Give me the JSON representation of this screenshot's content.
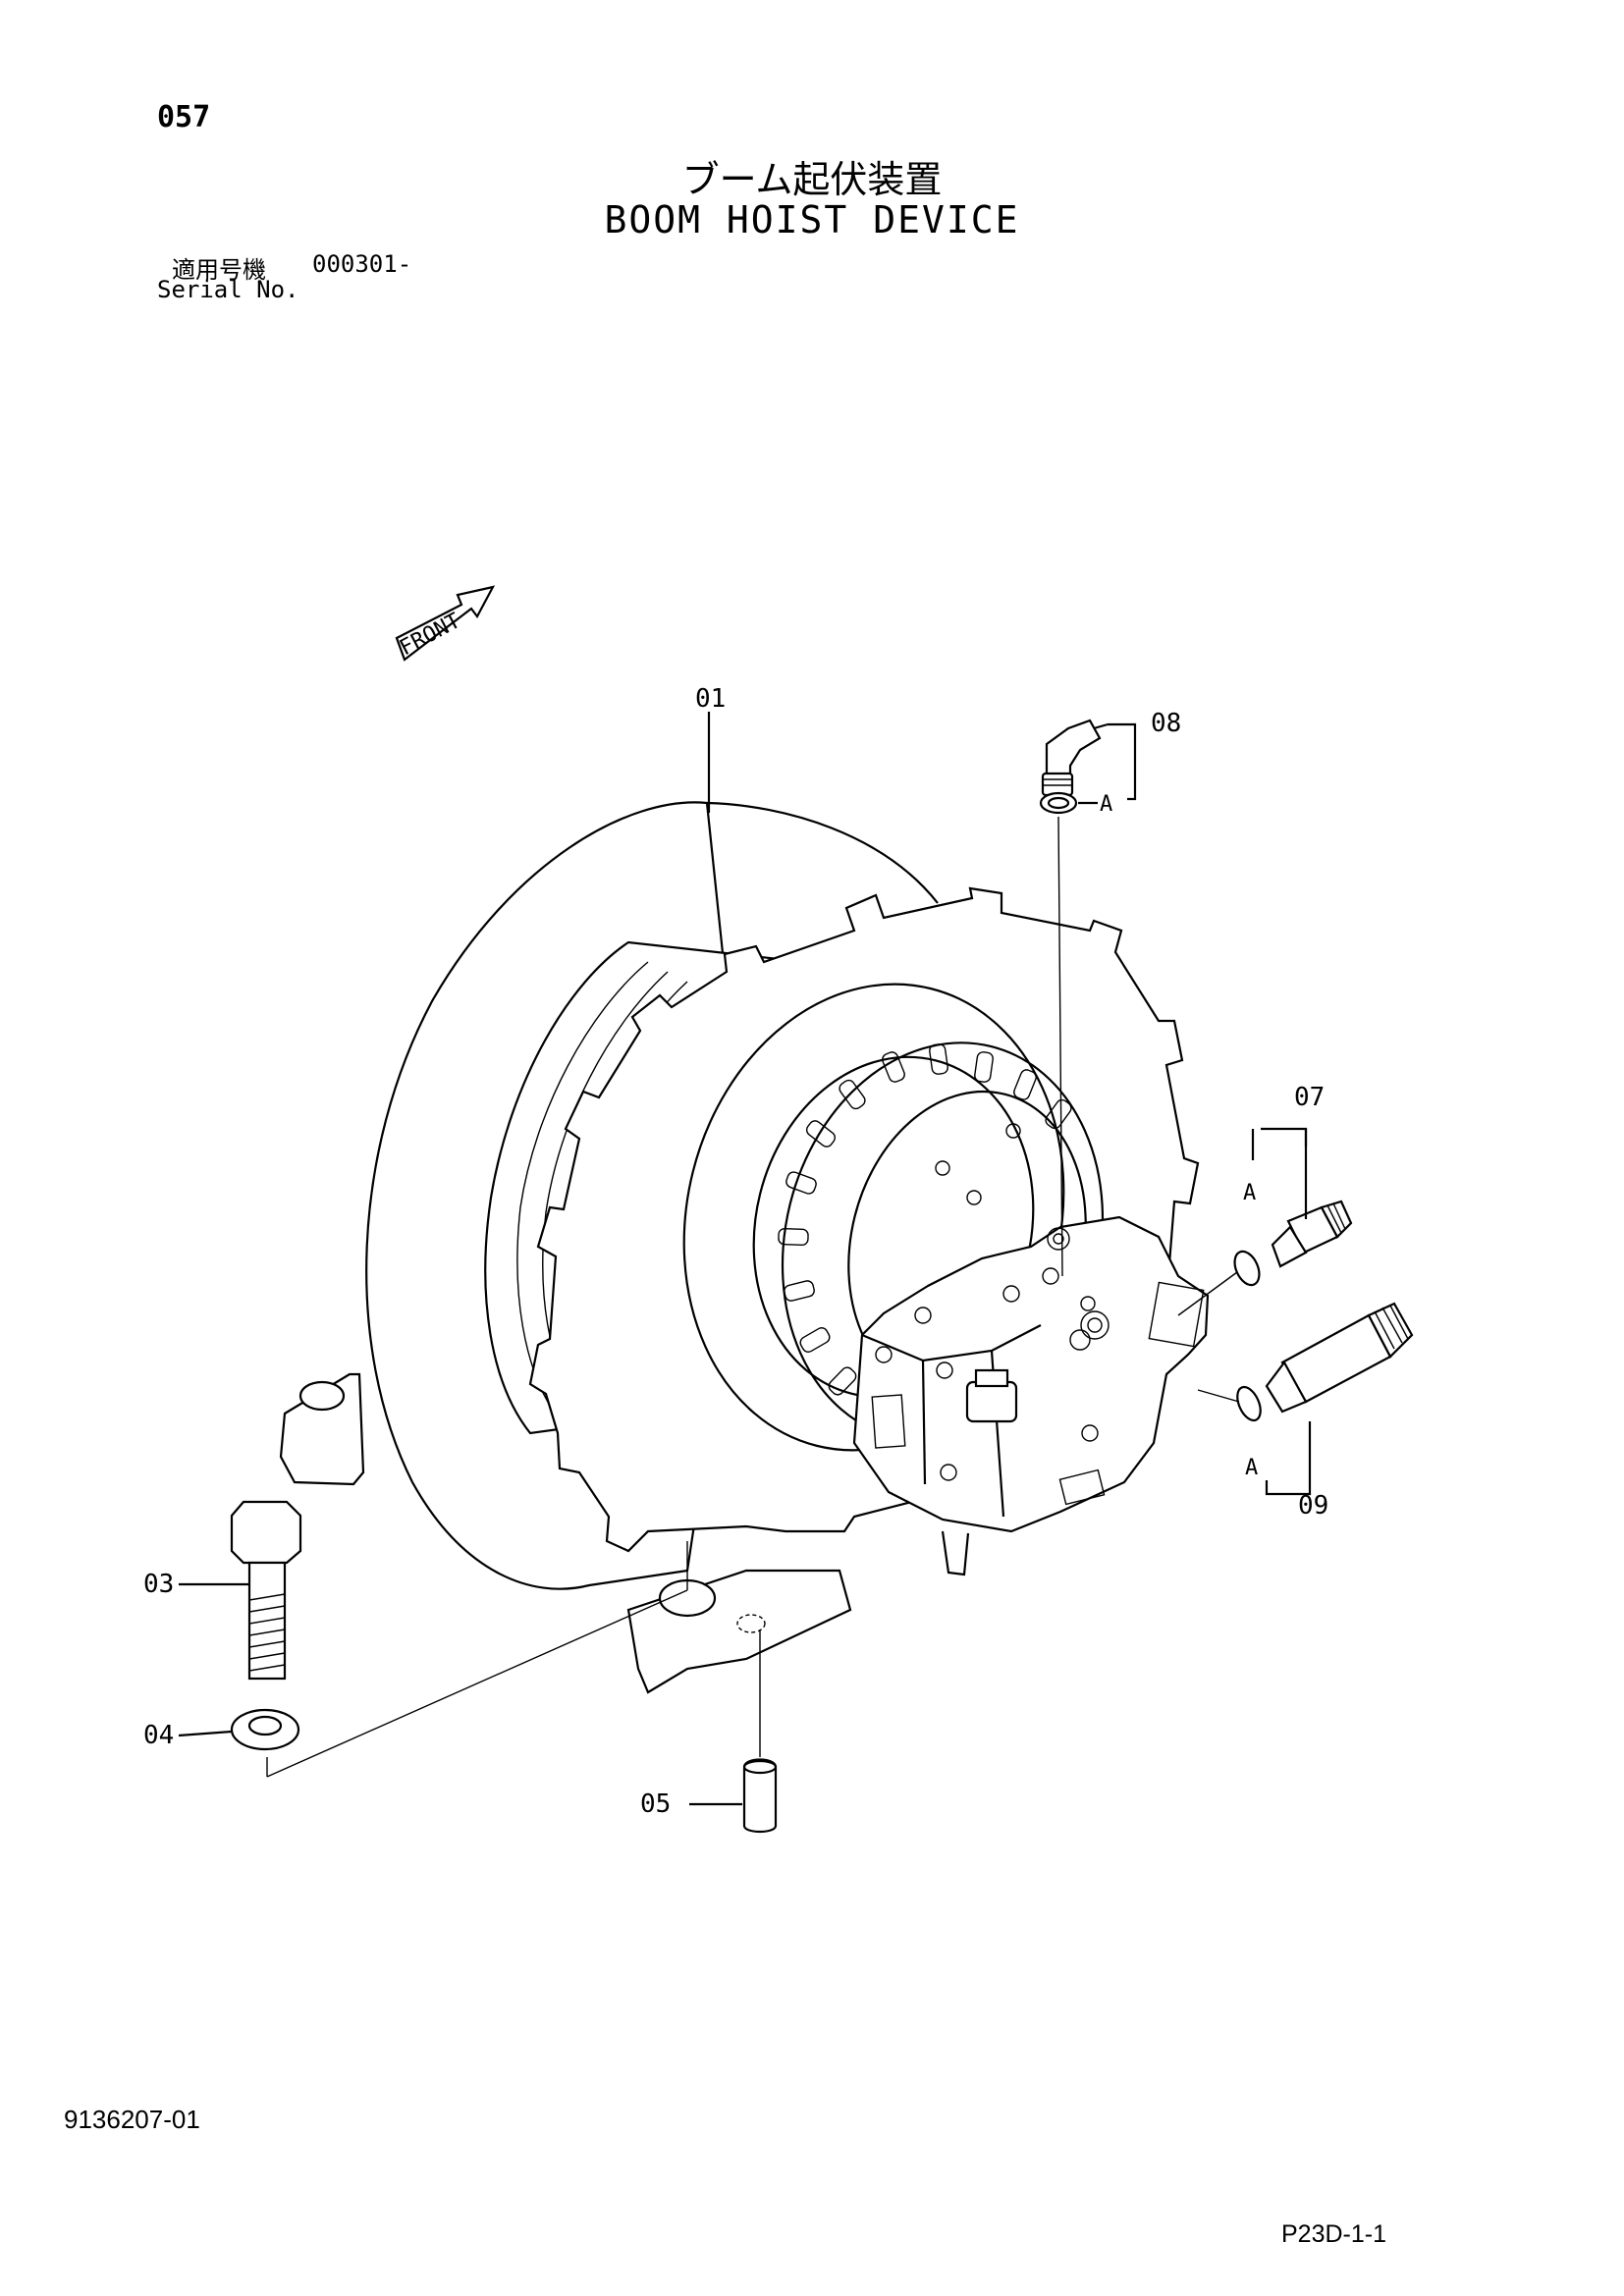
{
  "header": {
    "page_number": "057",
    "title_jp": "ブーム起伏装置",
    "title_en": "BOOM HOIST DEVICE",
    "serial_label_jp": "適用号機",
    "serial_number": "000301-",
    "serial_label_en": "Serial No."
  },
  "diagram": {
    "front_label": "FRONT",
    "detail_marker": "A",
    "callouts": {
      "c01": "01",
      "c03": "03",
      "c04": "04",
      "c05": "05",
      "c07": "07",
      "c08": "08",
      "c09": "09"
    }
  },
  "footer": {
    "document_number": "9136207-01",
    "page_reference": "P23D-1-1"
  }
}
